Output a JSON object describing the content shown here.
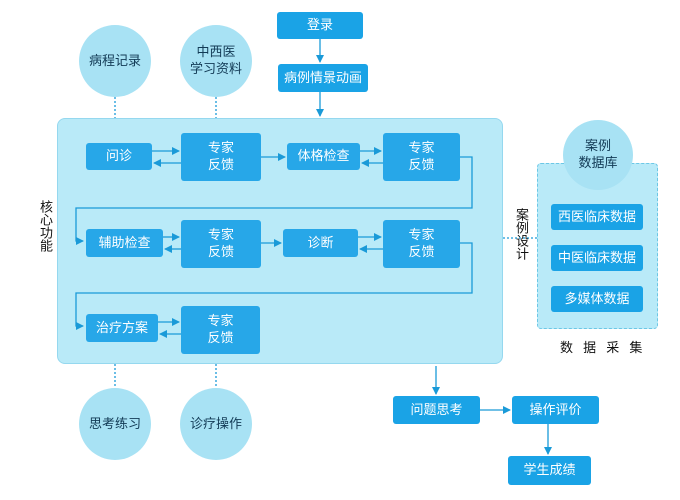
{
  "top": {
    "login": "登录",
    "case_animation": "病例情景动画"
  },
  "top_circles": {
    "medical_record": "病程记录",
    "study_material": "中西医\n学习资料"
  },
  "core_label": "核心功能",
  "flow": {
    "consultation": "问诊",
    "expert_feedback": "专家\n反馈",
    "physical_exam": "体格检查",
    "auxiliary_exam": "辅助检查",
    "diagnosis": "诊断",
    "treatment_plan": "治疗方案"
  },
  "bottom_circles": {
    "thinking_practice": "思考练习",
    "treatment_operation": "诊疗操作"
  },
  "case_design_label": "案例设计",
  "case_db": {
    "title": "案例\n数据库",
    "items": [
      "西医临床数据",
      "中医临床数据",
      "多媒体数据"
    ],
    "footer": "数 据 采 集"
  },
  "outcome": {
    "question_thinking": "问题思考",
    "operation_eval": "操作评价",
    "student_score": "学生成绩"
  },
  "colors": {
    "box_blue": "#1aa3e6",
    "panel_light": "#b9eaf8",
    "circle_fill": "#a8e2f4",
    "arrow": "#1a9ad8"
  }
}
